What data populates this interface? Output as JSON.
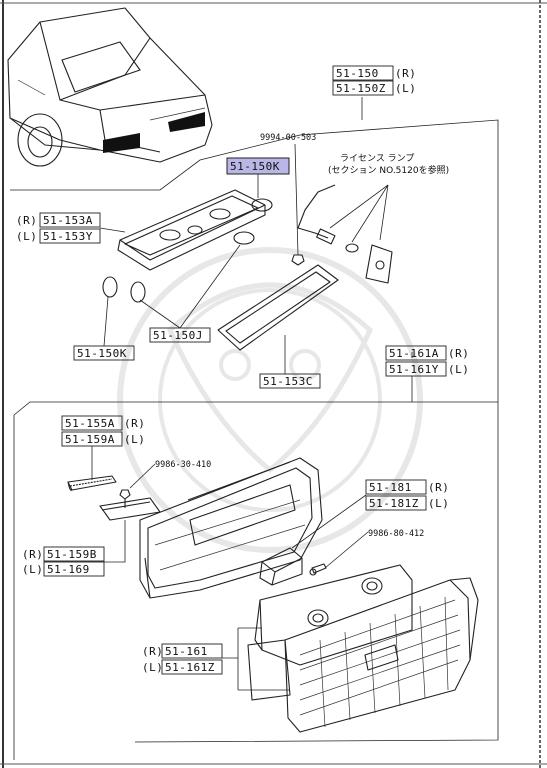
{
  "labels": {
    "assy_r": "51-150",
    "assy_r_side": "(R)",
    "assy_l": "51-150Z",
    "assy_l_side": "(L)",
    "bolt_top": "9994-00-503",
    "highlight": "51-150K",
    "license_note_1": "ライセンス ランプ",
    "license_note_2": "(セクション NO.5120を参照)",
    "socket_r_side": "(R)",
    "socket_r": "51-153A",
    "socket_l_side": "(L)",
    "socket_l": "51-153Y",
    "bulb_small": "51-150J",
    "bulb_k": "51-150K",
    "gasket": "51-153C",
    "lens_r": "51-161A",
    "lens_r_side": "(R)",
    "lens_l": "51-161Y",
    "lens_l_side": "(L)",
    "trim_r": "51-155A",
    "trim_r_side": "(R)",
    "trim_l": "51-159A",
    "trim_l_side": "(L)",
    "screw_a": "9986-30-410",
    "reflector_r": "51-181",
    "reflector_r_side": "(R)",
    "reflector_l": "51-181Z",
    "reflector_l_side": "(L)",
    "screw_b": "9986-80-412",
    "garnish_r_side": "(R)",
    "garnish_r": "51-159B",
    "garnish_l_side": "(L)",
    "garnish_l": "51-169",
    "lamp_r_side": "(R)",
    "lamp_r": "51-161",
    "lamp_l_side": "(L)",
    "lamp_l": "51-161Z"
  },
  "colors": {
    "highlight_fill": "#b9b7e6",
    "line": "#222222",
    "paper": "#ffffff"
  }
}
